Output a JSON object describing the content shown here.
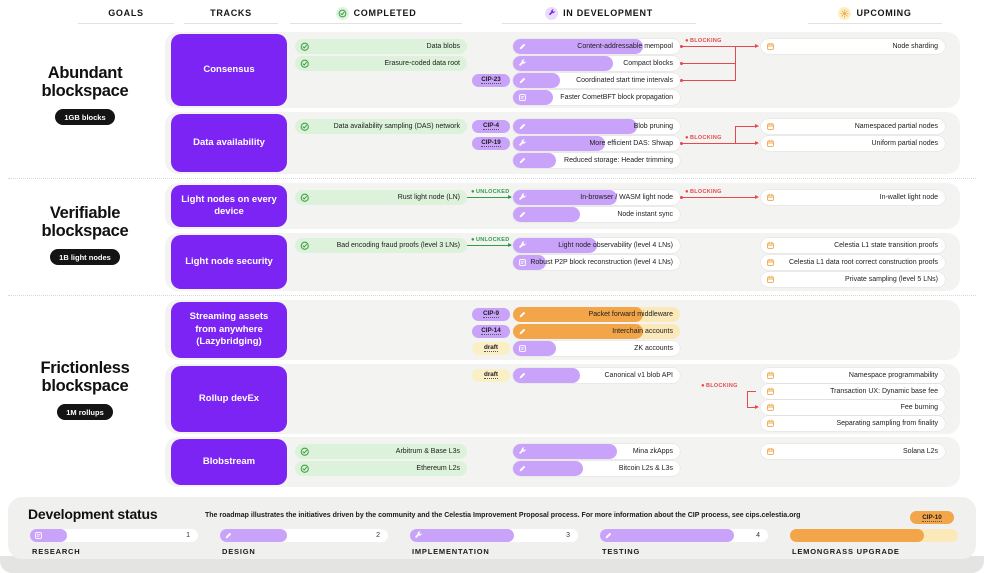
{
  "header": {
    "goals": "GOALS",
    "tracks": "TRACKS",
    "completed": "COMPLETED",
    "in_development": "IN DEVELOPMENT",
    "upcoming": "UPCOMING"
  },
  "colors": {
    "track_purple": "#7C24F3",
    "progress_purple": "#C9A3FA",
    "completed_green_bg": "#DDF2DA",
    "check_green": "#43A047",
    "upcoming_orange": "#F2A649",
    "lemongrass_orange": "#F2A649",
    "lemongrass_pale": "#FBE9B9",
    "blocking_red": "#E5484D",
    "unlocked_green": "#2F9E44"
  },
  "goals": [
    {
      "slug": "abundant-blockspace",
      "title": "Abundant blockspace",
      "badge": "1GB blocks",
      "tracks": [
        {
          "name": "Consensus",
          "slug": "consensus",
          "completed": [
            "Data blobs",
            "Erasure-coded data root"
          ],
          "in_development": [
            {
              "label": "Content-addressable mempool",
              "stage": "testing",
              "progress": 0.78
            },
            {
              "label": "Compact blocks",
              "stage": "implementation",
              "progress": 0.6
            },
            {
              "label": "Coordinated start time intervals",
              "stage": "design",
              "progress": 0.28,
              "badge": "CIP-23"
            },
            {
              "label": "Faster CometBFT block propagation",
              "stage": "research",
              "progress": 0.24
            }
          ],
          "upcoming": [
            "Node sharding"
          ],
          "blocking": {
            "label": "BLOCKING",
            "sources": [
              [
                "in_development",
                0
              ],
              [
                "in_development",
                1
              ],
              [
                "in_development",
                2
              ]
            ],
            "targets": [
              [
                "upcoming",
                0
              ]
            ]
          }
        },
        {
          "name": "Data availability",
          "slug": "data-availability",
          "completed": [
            "Data availability sampling (DAS) network"
          ],
          "in_development": [
            {
              "label": "Blob pruning",
              "stage": "testing",
              "progress": 0.74,
              "badge": "CIP-4"
            },
            {
              "label": "More efficient DAS: Shwap",
              "stage": "implementation",
              "progress": 0.55,
              "badge": "CIP-19"
            },
            {
              "label": "Reduced storage: Header trimming",
              "stage": "design",
              "progress": 0.26
            }
          ],
          "upcoming": [
            "Namespaced partial nodes",
            "Uniform partial nodes"
          ],
          "blocking": {
            "label": "BLOCKING",
            "sources": [
              [
                "in_development",
                1
              ]
            ],
            "targets": [
              [
                "upcoming",
                0
              ],
              [
                "upcoming",
                1
              ]
            ]
          }
        }
      ]
    },
    {
      "slug": "verifiable-blockspace",
      "title": "Verifiable blockspace",
      "badge": "1B light nodes",
      "tracks": [
        {
          "name": "Light nodes on every device",
          "slug": "light-nodes-on-every-device",
          "completed": [
            "Rust light node (LN)"
          ],
          "in_development": [
            {
              "label": "In-browser / WASM light node",
              "stage": "implementation",
              "progress": 0.62
            },
            {
              "label": "Node instant sync",
              "stage": "design",
              "progress": 0.4
            }
          ],
          "upcoming": [
            "In-wallet light node"
          ],
          "unlocked": {
            "label": "UNLOCKED",
            "from": 0,
            "to": 0
          },
          "blocking": {
            "label": "BLOCKING",
            "sources": [
              [
                "in_development",
                0
              ]
            ],
            "targets": [
              [
                "upcoming",
                0
              ]
            ]
          }
        },
        {
          "name": "Light node security",
          "slug": "light-node-security",
          "completed": [
            "Bad encoding fraud proofs (level 3 LNs)"
          ],
          "in_development": [
            {
              "label": "Light node observability (level 4 LNs)",
              "stage": "implementation",
              "progress": 0.5
            },
            {
              "label": "Robust P2P block reconstruction (level 4 LNs)",
              "stage": "research",
              "progress": 0.2
            }
          ],
          "upcoming": [
            "Celestia L1 state transition proofs",
            "Celestia L1 data root correct construction proofs",
            "Private sampling (level 5 LNs)"
          ],
          "unlocked": {
            "label": "UNLOCKED",
            "from": 0,
            "to": 0
          }
        }
      ]
    },
    {
      "slug": "frictionless-blockspace",
      "title": "Frictionless blockspace",
      "badge": "1M rollups",
      "tracks": [
        {
          "name": "Streaming assets from anywhere (Lazybridging)",
          "slug": "lazybridging",
          "completed": [],
          "in_development": [
            {
              "label": "Packet forward middleware",
              "stage": "design",
              "progress": 0.78,
              "badge": "CIP-9",
              "lemongrass": true
            },
            {
              "label": "Interchain accounts",
              "stage": "design",
              "progress": 0.78,
              "badge": "CIP-14",
              "lemongrass": true
            },
            {
              "label": "ZK accounts",
              "stage": "research",
              "progress": 0.26,
              "badge": "draft",
              "badge_style": "yellow"
            }
          ],
          "upcoming": []
        },
        {
          "name": "Rollup devEx",
          "slug": "rollup-devex",
          "completed": [],
          "in_development": [
            {
              "label": "Canonical v1 blob API",
              "stage": "design",
              "progress": 0.4,
              "badge": "draft",
              "badge_style": "yellow"
            }
          ],
          "upcoming": [
            "Namespace programmability",
            "Transaction UX: Dynamic base fee",
            "Fee burning",
            "Separating sampling from finality"
          ],
          "blocking": {
            "label": "BLOCKING",
            "sources": [
              [
                "upcoming",
                1
              ]
            ],
            "targets": [
              [
                "upcoming",
                2
              ]
            ]
          }
        },
        {
          "name": "Blobstream",
          "slug": "blobstream",
          "completed": [
            "Arbitrum & Base L3s",
            "Ethereum L2s"
          ],
          "in_development": [
            {
              "label": "Mina zkApps",
              "stage": "implementation",
              "progress": 0.62
            },
            {
              "label": "Bitcoin L2s & L3s",
              "stage": "design",
              "progress": 0.42
            }
          ],
          "upcoming": [
            "Solana L2s"
          ]
        }
      ]
    }
  ],
  "legend": {
    "title": "Development status",
    "description": "The roadmap illustrates the initiatives driven by the community and the Celestia Improvement Proposal process. For more information about the CIP process, see cips.celestia.org",
    "cip_badge": "CIP-10",
    "stages": [
      {
        "label": "RESEARCH",
        "number": "1",
        "icon": "research",
        "fill": 0.22
      },
      {
        "label": "DESIGN",
        "number": "2",
        "icon": "design",
        "fill": 0.4
      },
      {
        "label": "IMPLEMENTATION",
        "number": "3",
        "icon": "implementation",
        "fill": 0.62
      },
      {
        "label": "TESTING",
        "number": "4",
        "icon": "testing",
        "fill": 0.8
      },
      {
        "label": "LEMONGRASS UPGRADE",
        "number": "",
        "icon": "",
        "fill": 0.8,
        "lemongrass": true
      }
    ]
  }
}
